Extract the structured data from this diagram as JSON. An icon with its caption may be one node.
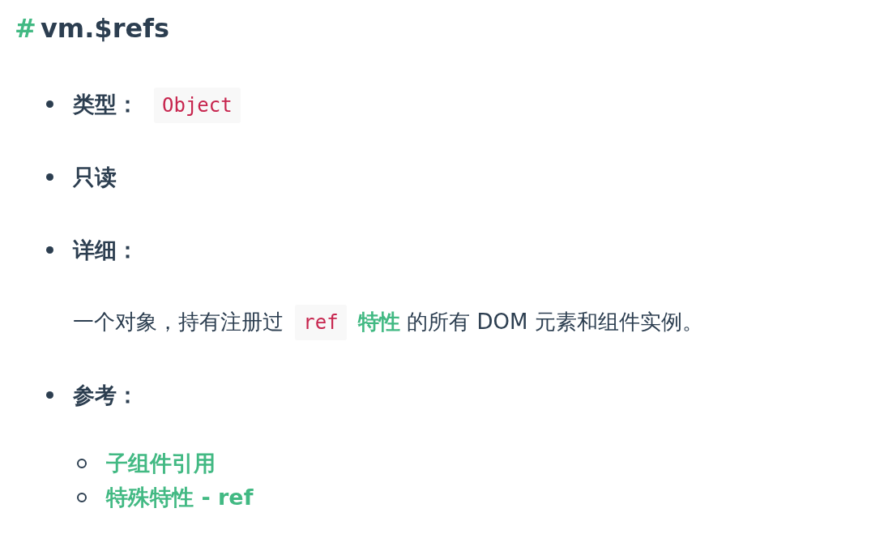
{
  "diagram": {
    "title": "vm.$refs",
    "labels": [
      "#",
      "类型：",
      "Object",
      "只读",
      "详细：",
      "一个对象，持有注册过",
      "ref",
      "特性",
      "的所有 DOM 元素和组件实例。",
      "参考：",
      "子组件引用",
      "特殊特性 - ref"
    ]
  }
}
